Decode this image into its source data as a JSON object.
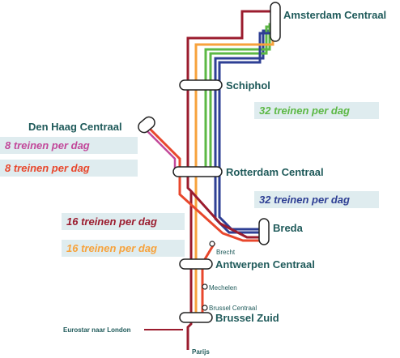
{
  "stations": {
    "amsterdam": "Amsterdam Centraal",
    "schiphol": "Schiphol",
    "den_haag": "Den Haag Centraal",
    "rotterdam": "Rotterdam Centraal",
    "breda": "Breda",
    "brecht": "Brecht",
    "antwerpen": "Antwerpen Centraal",
    "mechelen": "Mechelen",
    "brussel_centraal": "Brussel Centraal",
    "brussel_zuid": "Brussel Zuid",
    "parijs": "Parijs",
    "eurostar": "Eurostar naar London"
  },
  "frequencies": {
    "green": "32 treinen per dag",
    "blue": "32 treinen per dag",
    "magenta": "8 treinen per dag",
    "red_den_haag": "8 treinen per dag",
    "dark_red": "16 treinen per dag",
    "orange": "16 treinen per dag"
  },
  "colors": {
    "dark_red": "#9b1c2e",
    "orange": "#f7a23b",
    "green": "#5cb845",
    "blue": "#2e3f94",
    "red": "#e8472c",
    "magenta": "#c2489a",
    "label_text": "#1f5a5a",
    "box_bg": "#dfecef"
  }
}
